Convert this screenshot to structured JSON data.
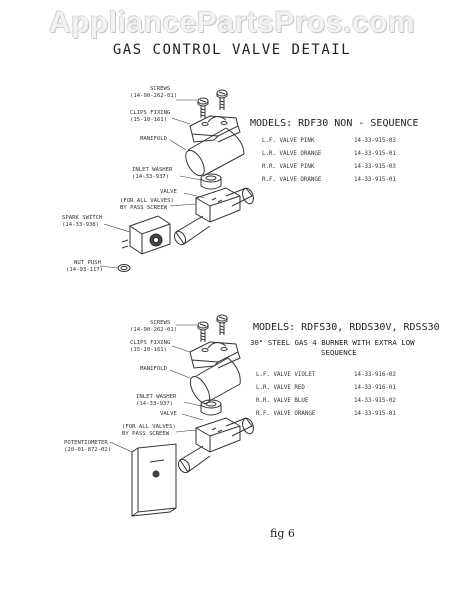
{
  "watermark": "AppliancePartsPros.com",
  "title": "GAS CONTROL VALVE DETAIL",
  "figure_label": "fig 6",
  "diagram1": {
    "callouts": {
      "screws": "SCREWS",
      "screws_part": "(14-90-262-01)",
      "clips": "CLIPS FIXING",
      "clips_part": "(15-10-161)",
      "manifold": "MANIFOLD",
      "inlet": "INLET WASHER",
      "inlet_part": "(14-33-937)",
      "valve": "VALVE",
      "forall": "(FOR ALL VALVES)",
      "bypass": "BY PASS SCREEW",
      "spark": "SPARK SWITCH",
      "spark_part": "(14-33-938)",
      "nut": "NUT PUSH",
      "nut_part": "(14-93-117)"
    },
    "model_line": "MODELS:  RDF30  NON - SEQUENCE",
    "rows": [
      {
        "name": "L.F. VALVE PINK",
        "part": "14-33-915-03"
      },
      {
        "name": "L.R. VALVE ORANGE",
        "part": "14-33-915-01"
      },
      {
        "name": "R.R. VALVE PINK",
        "part": "14-33-915-03"
      },
      {
        "name": "R.F. VALVE ORANGE",
        "part": "14-33-915-01"
      }
    ]
  },
  "diagram2": {
    "callouts": {
      "screws": "SCREWS",
      "screws_part": "(14-90-262-01)",
      "clips": "CLIPS FIXING",
      "clips_part": "(15-10-161)",
      "manifold": "MANIFOLD",
      "inlet": "INLET WASHER",
      "inlet_part": "(14-33-937)",
      "valve": "VALVE",
      "forall": "(FOR ALL VALVES)",
      "bypass": "BY PASS SCREEW",
      "pot": "POTENTIOMETER",
      "pot_part": "(20-01-872-02)"
    },
    "model_line": "MODELS:  RDFS30,  RDDS30V,  RDSS30",
    "sub_line_1": "30\" STEEL GAS 4 BURNER WITH EXTRA LOW",
    "sub_line_2": "SEQUENCE",
    "rows": [
      {
        "name": "L.F. VALVE VIOLET",
        "part": "14-33-916-02"
      },
      {
        "name": "L.R. VALVE RED",
        "part": "14-33-916-01"
      },
      {
        "name": "R.R. VALVE BLUE",
        "part": "14-33-915-02"
      },
      {
        "name": "R.F. VALVE ORANGE",
        "part": "14-33-915-01"
      }
    ]
  }
}
